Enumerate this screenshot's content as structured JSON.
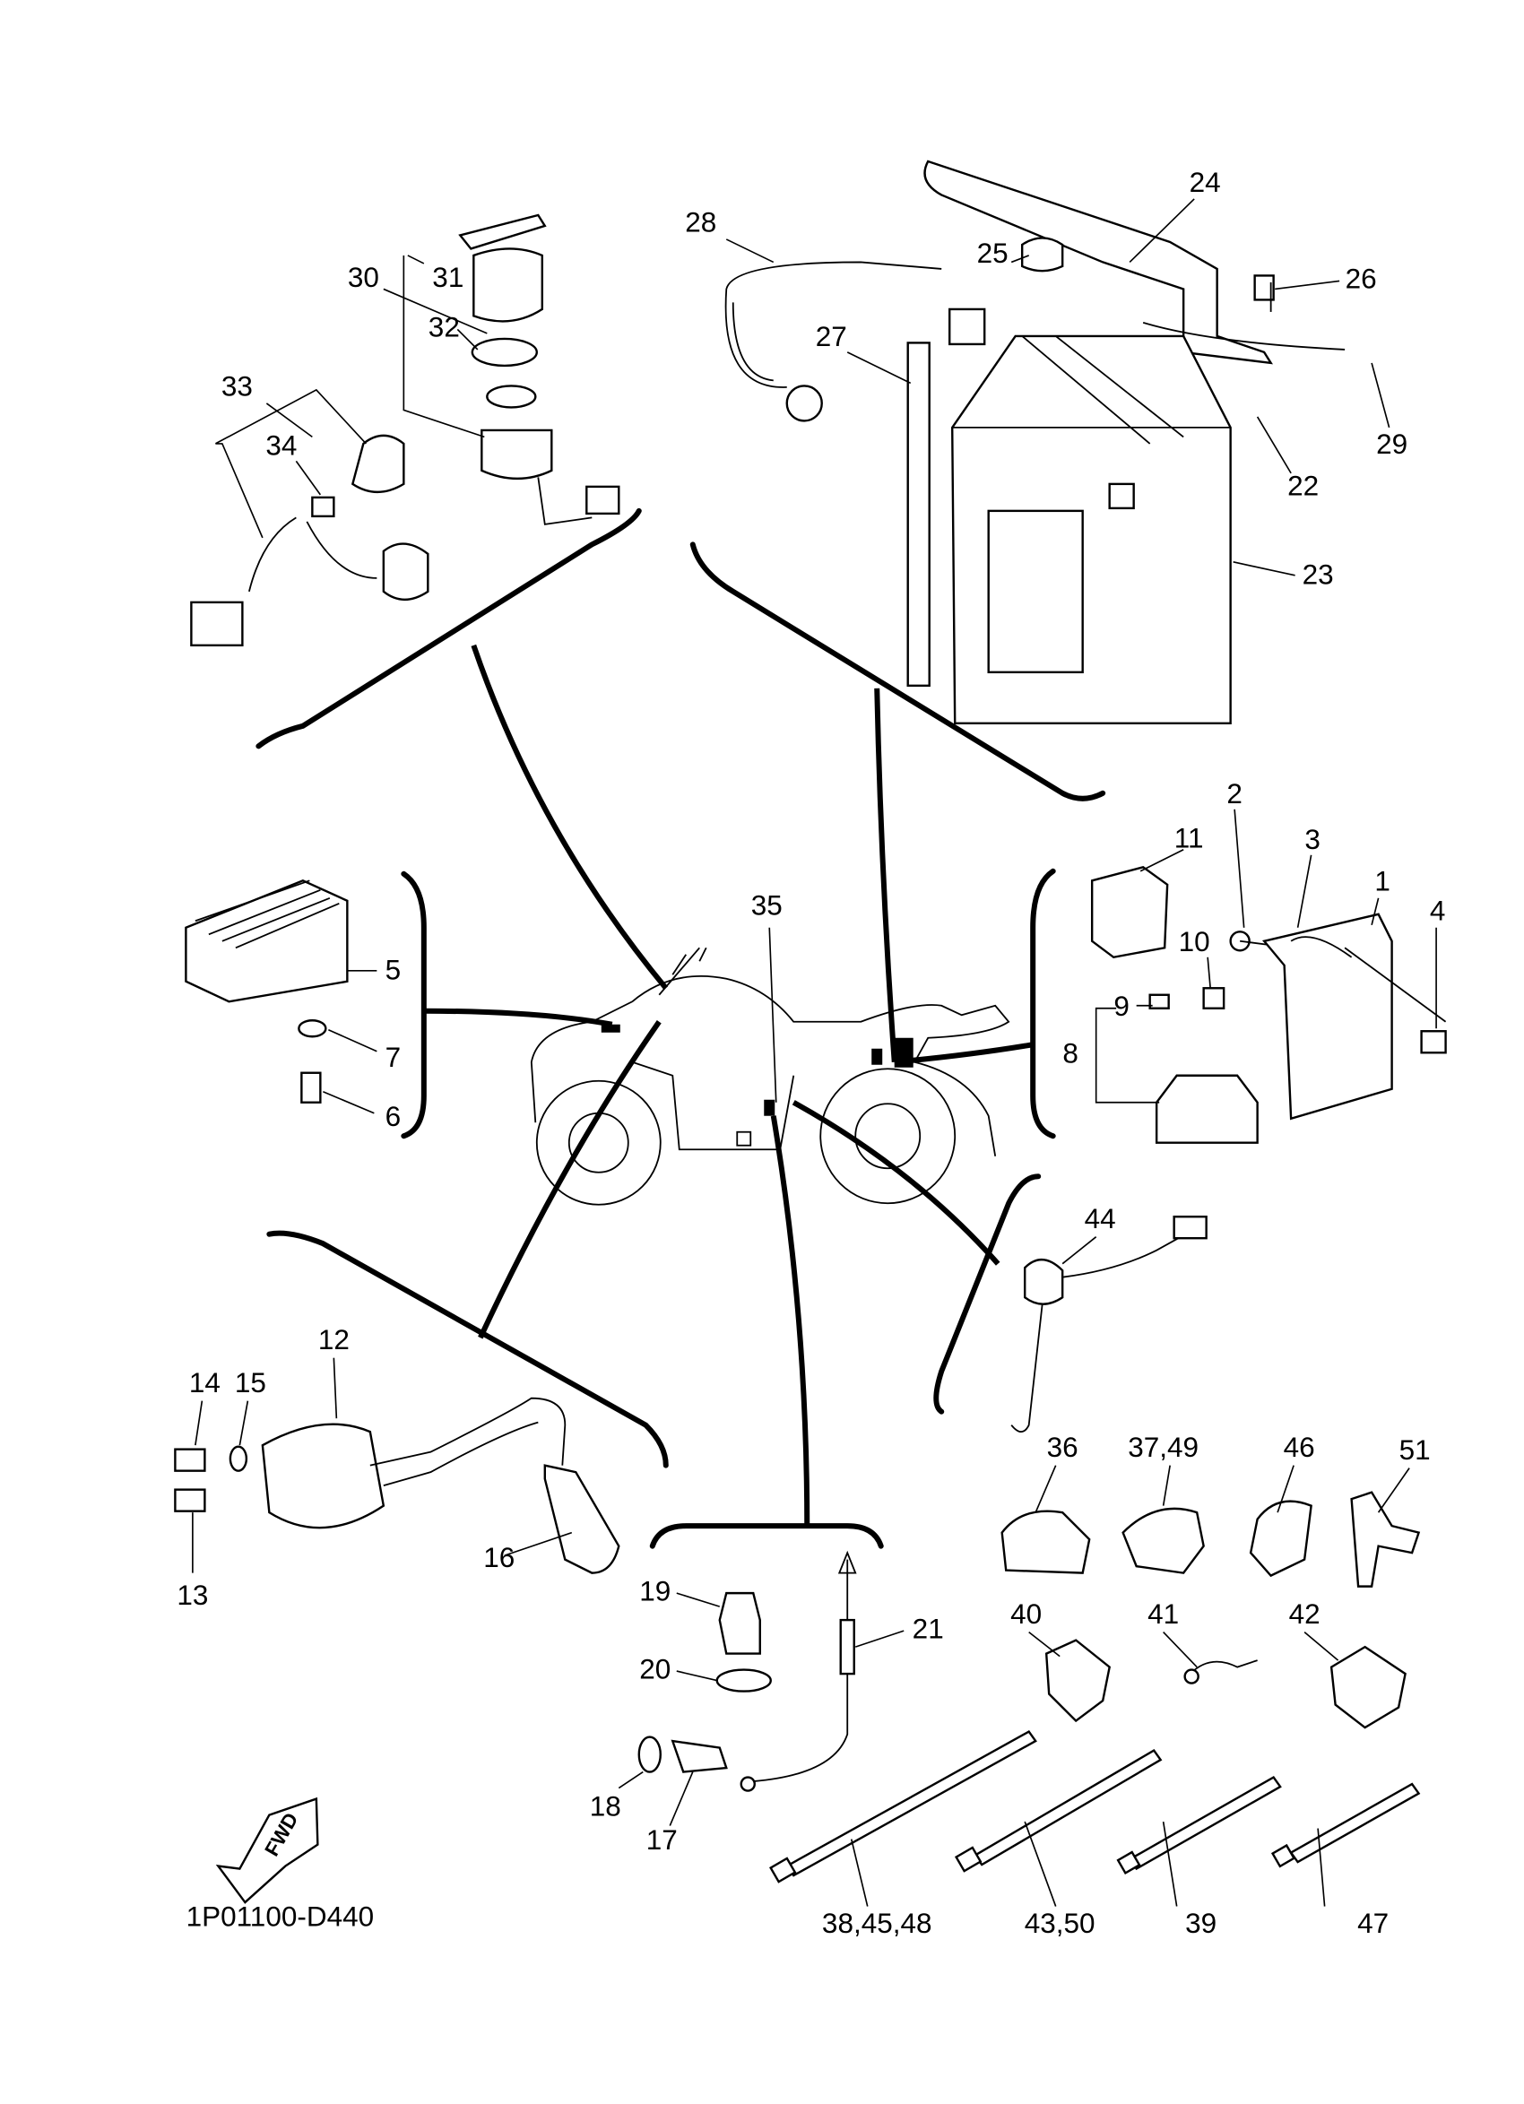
{
  "diagram": {
    "type": "exploded parts diagram",
    "code": "1P01100-D440",
    "fwd_label": "FWD",
    "callouts": {
      "p1": "1",
      "p2": "2",
      "p3": "3",
      "p4": "4",
      "p5": "5",
      "p6": "6",
      "p7": "7",
      "p8": "8",
      "p9": "9",
      "p10": "10",
      "p11": "11",
      "p12": "12",
      "p13": "13",
      "p14": "14",
      "p15": "15",
      "p16": "16",
      "p17": "17",
      "p18": "18",
      "p19": "19",
      "p20": "20",
      "p21": "21",
      "p22": "22",
      "p23": "23",
      "p24": "24",
      "p25": "25",
      "p26": "26",
      "p27": "27",
      "p28": "28",
      "p29": "29",
      "p30": "30",
      "p31": "31",
      "p32": "32",
      "p33": "33",
      "p34": "34",
      "p35": "35",
      "p36": "36",
      "p37_49": "37,49",
      "p38_45_48": "38,45,48",
      "p39": "39",
      "p40": "40",
      "p41": "41",
      "p42": "42",
      "p43_50": "43,50",
      "p44": "44",
      "p46": "46",
      "p47": "47",
      "p51": "51"
    }
  }
}
